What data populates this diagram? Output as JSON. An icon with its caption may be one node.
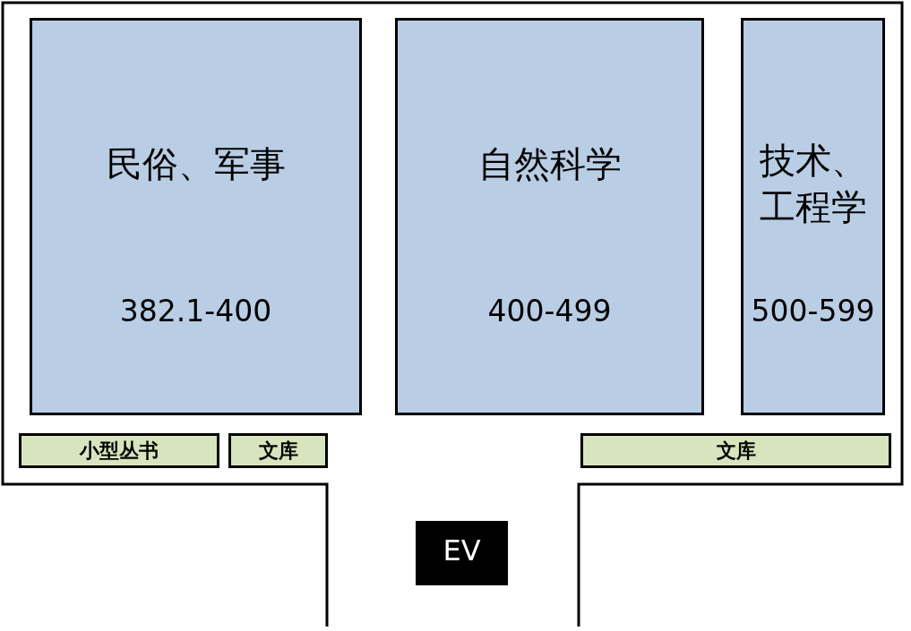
{
  "diagram": {
    "nodes": [
      {
        "text": [
          "民俗、军事",
          "382.1-400"
        ]
      },
      {
        "text": [
          "自然科学",
          "400-499"
        ]
      },
      {
        "text": [
          "技术、工程学",
          "500-599"
        ]
      },
      {
        "text": [
          "小型丛书"
        ]
      },
      {
        "text": [
          "文库"
        ]
      },
      {
        "text": [
          "文库"
        ]
      },
      {
        "text": [
          "EV"
        ]
      }
    ]
  }
}
